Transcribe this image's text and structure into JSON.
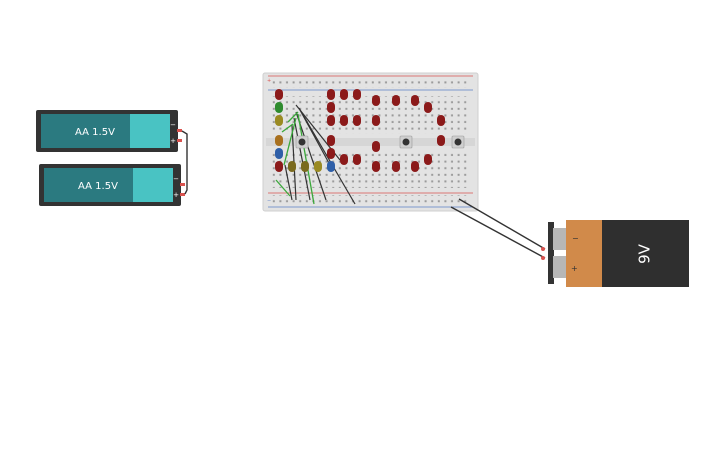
{
  "canvas": {
    "background": "#ffffff"
  },
  "components": {
    "aa_battery_1": {
      "label": "AA 1.5V",
      "plus": "+",
      "minus": "−"
    },
    "aa_battery_2": {
      "label": "AA 1.5V",
      "plus": "+",
      "minus": "−"
    },
    "breadboard": {
      "rail_plus": "+",
      "rail_minus": "−"
    },
    "battery_9v": {
      "label": "9V",
      "plus": "+",
      "minus": "−"
    }
  },
  "colors": {
    "aa_body": "#2b7a80",
    "aa_cap": "#49c3c3",
    "aa_case": "#333333",
    "battery_9v_body": "#d18a4a",
    "battery_9v_label_bg": "#2f2f2f",
    "breadboard": "#e3e3e3",
    "rail_red": "#d9534f",
    "rail_blue": "#5b7fc7",
    "wire_dark": "#333333",
    "wire_green": "#3aa83a",
    "led_red": "#8b1a1a",
    "led_green": "#2e8b2e",
    "led_yellow": "#9a8a22",
    "led_orange": "#a8701e",
    "led_blue": "#2e5fa8",
    "led_brown": "#7a6a1e"
  },
  "icons": {
    "pushbutton": "pushbutton-icon",
    "led": "led-icon"
  }
}
